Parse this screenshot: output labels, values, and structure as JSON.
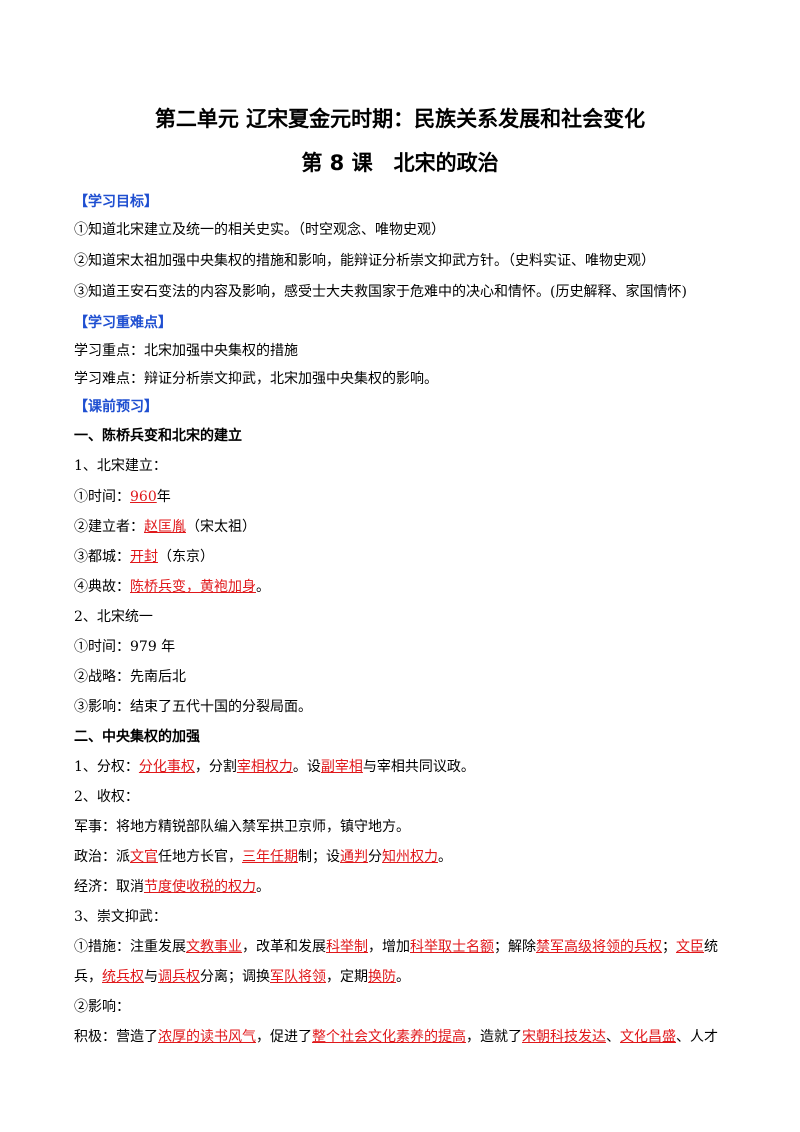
{
  "title_unit": "第二单元 辽宋夏金元时期：民族关系发展和社会变化",
  "title_lesson": "第 8 课　北宋的政治",
  "goals": {
    "heading": "【学习目标】",
    "items": [
      "①知道北宋建立及统一的相关史实。（时空观念、唯物史观）",
      "②知道宋太祖加强中央集权的措施和影响，能辩证分析崇文抑武方针。（史料实证、唯物史观）",
      "③知道王安石变法的内容及影响，感受士大夫救国家于危难中的决心和情怀。(历史解释、家国情怀)"
    ]
  },
  "keypoints": {
    "heading": "【学习重难点】",
    "focus": "学习重点：北宋加强中央集权的措施",
    "difficulty": "学习难点：辩证分析崇文抑武，北宋加强中央集权的影响。"
  },
  "preview": {
    "heading": "【课前预习】",
    "s1": {
      "title": "一、陈桥兵变和北宋的建立",
      "sub1": "1、北宋建立：",
      "time_label": "①时间：",
      "time_ans": "960",
      "time_suffix": "年",
      "founder_label": "②建立者：",
      "founder_ans": "赵匡胤",
      "founder_suffix": "（宋太祖）",
      "capital_label": "③都城：",
      "capital_ans": "开封",
      "capital_suffix": "（东京）",
      "story_label": "④典故：",
      "story_ans": "陈桥兵变，黄袍加身",
      "story_suffix": "。",
      "sub2": "2、北宋统一",
      "u_time": "①时间：979 年",
      "u_strategy": "②战略：先南后北",
      "u_effect": "③影响：结束了五代十国的分裂局面。"
    },
    "s2": {
      "title": "二、中央集权的加强",
      "p1": {
        "a": "1、分权：",
        "b": "分化事权",
        "c": "，分割",
        "d": "宰相权力",
        "e": "。设",
        "f": "副宰相",
        "g": "与宰相共同议政。"
      },
      "p2": "2、收权：",
      "military": "军事：将地方精锐部队编入禁军拱卫京师，镇守地方。",
      "politics": {
        "a": "政治：派",
        "b": "文官",
        "c": "任地方长官，",
        "d": "三年任期",
        "e": "制；设",
        "f": "通判",
        "g": "分",
        "h": "知州权力",
        "i": "。"
      },
      "economy": {
        "a": "经济：取消",
        "b": "节度使收税的权力",
        "c": "。"
      },
      "p3": "3、崇文抑武：",
      "measures": {
        "a": "①措施：注重发展",
        "b": "文教事业",
        "c": "，改革和发展",
        "d": "科举制",
        "e": "，增加",
        "f": "科举取士名额",
        "g": "；解除",
        "h": "禁军高级将领的兵权",
        "i": "；",
        "j": "文臣",
        "k": "统"
      },
      "measures2": {
        "a": "兵，",
        "b": "统兵权",
        "c": "与",
        "d": "调兵权",
        "e": "分离；调换",
        "f": "军队将领",
        "g": "，定期",
        "h": "换防",
        "i": "。"
      },
      "impact": "②影响：",
      "positive": {
        "a": "积极：营造了",
        "b": "浓厚的读书风气",
        "c": "，促进了",
        "d": "整个社会文化素养的提高",
        "e": "，造就了",
        "f": "宋朝科技发达",
        "g": "、",
        "h": "文化昌盛",
        "i": "、人才"
      }
    }
  }
}
